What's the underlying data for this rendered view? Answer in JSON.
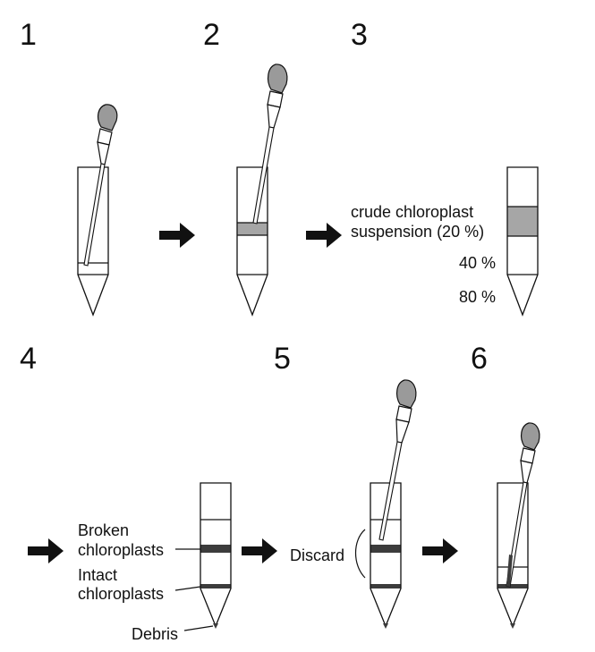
{
  "steps": [
    "1",
    "2",
    "3",
    "4",
    "5",
    "6"
  ],
  "labels": {
    "crude_line1": "crude chloroplast",
    "crude_line2": "suspension (20 %)",
    "pct40": "40 %",
    "pct80": "80 %",
    "broken_line1": "Broken",
    "broken_line2": "chloroplasts",
    "intact_line1": "Intact",
    "intact_line2": "chloroplasts",
    "debris": "Debris",
    "discard": "Discard"
  },
  "colors": {
    "outline": "#111111",
    "bulb": "#9a9a9a",
    "sample": "#a6a6a6",
    "band": "#3c3c3c"
  }
}
